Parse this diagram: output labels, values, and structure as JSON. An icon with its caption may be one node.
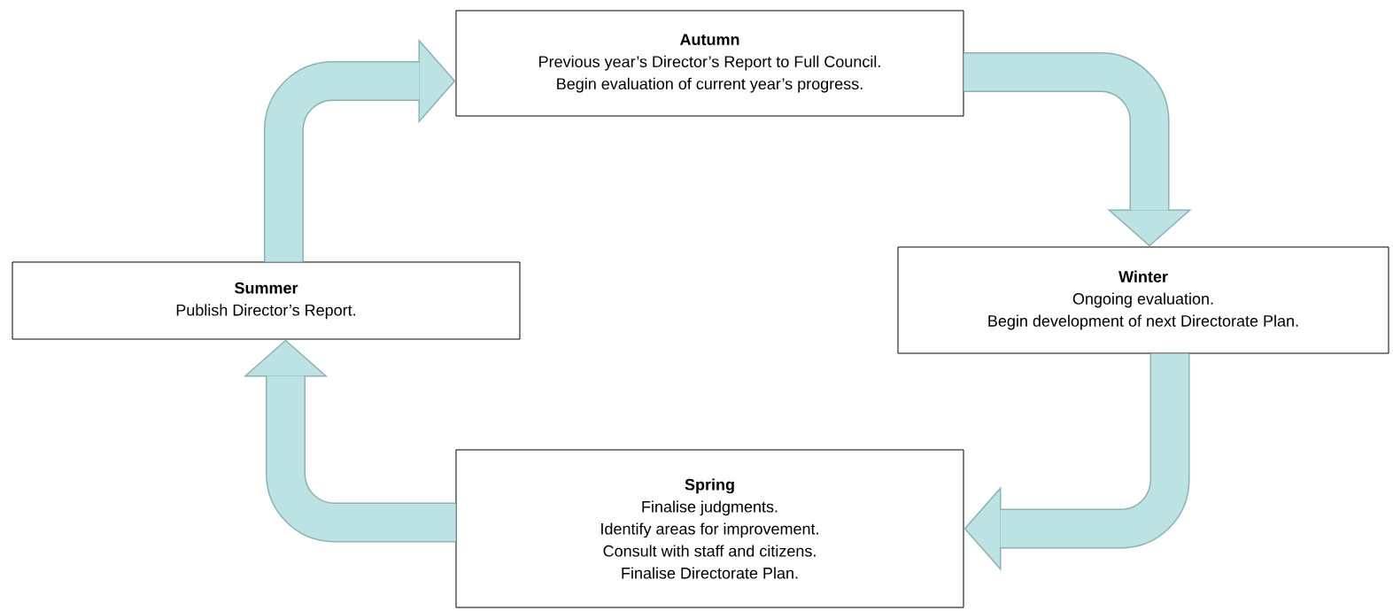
{
  "diagram": {
    "nodes": [
      {
        "text": [
          "Autumn",
          "Previous year’s Director’s Report to Full Council.",
          "Begin evaluation of current year’s progress."
        ]
      },
      {
        "text": [
          "Winter",
          "Ongoing evaluation.",
          "Begin development of next Directorate Plan."
        ]
      },
      {
        "text": [
          "Spring",
          "Finalise judgments.",
          "Identify areas for improvement.",
          "Consult with staff and citizens.",
          "Finalise Directorate Plan."
        ]
      },
      {
        "text": [
          "Summer",
          "Publish Director’s Report."
        ]
      }
    ],
    "edges": [
      {
        "from": 0,
        "to": 1,
        "arrow": "to"
      },
      {
        "from": 1,
        "to": 2,
        "arrow": "to"
      },
      {
        "from": 2,
        "to": 3,
        "arrow": "to"
      },
      {
        "from": 3,
        "to": 0,
        "arrow": "to"
      }
    ]
  }
}
